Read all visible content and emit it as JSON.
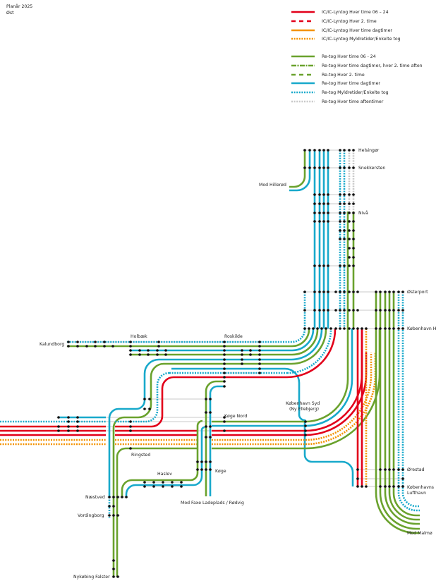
{
  "header": {
    "title": "Planår 2025",
    "subtitle": "Øst"
  },
  "legend": [
    {
      "label": "IC/IC-Lyntog Hver time 06 – 24",
      "color": "#e2001a",
      "style": "solid"
    },
    {
      "label": "IC/IC-Lyntog Hver 2. time",
      "color": "#e2001a",
      "style": "dashed"
    },
    {
      "label": "IC/IC-Lyntog Hver time dagtimer",
      "color": "#f39200",
      "style": "solid"
    },
    {
      "label": "IC/IC-Lyntog Myldretider/Enkelte tog",
      "color": "#f39200",
      "style": "dotted"
    },
    {
      "label": "Re-tog Hver time 06 - 24",
      "color": "#6aa22d",
      "style": "solid"
    },
    {
      "label": "Re-tog Hver time dagtimer, hver 2. time aften",
      "color": "#6aa22d",
      "style": "dash-dot"
    },
    {
      "label": "Re-tog Hver 2. time",
      "color": "#6aa22d",
      "style": "dashed"
    },
    {
      "label": "Re-tog Hver time dagtimer",
      "color": "#18a9cb",
      "style": "solid"
    },
    {
      "label": "Re-tog  Myldretider/Enkelte tog",
      "color": "#18a9cb",
      "style": "dotted"
    },
    {
      "label": "Re-tog Hver time aftentimer",
      "color": "#c8c8c8",
      "style": "dotted"
    }
  ],
  "stations": {
    "helsingor": "Helsingør",
    "snekkersten": "Snekkersten",
    "hillerod": "Mod Hillerød",
    "niva": "Nivå",
    "osterport": "Østerport",
    "kbh_h": "København H",
    "kalundborg": "Kalundborg",
    "holbaek": "Holbæk",
    "roskilde": "Roskilde",
    "koge_nord": "Køge Nord",
    "kbh_syd_1": "København Syd",
    "kbh_syd_2": "(Ny Ellebjerg)",
    "ringsted": "Ringsted",
    "haslev": "Haslev",
    "koge": "Køge",
    "faxe": "Mod Faxe Ladeplads / Rødvig",
    "naestved": "Næstved",
    "vordingborg": "Vordingborg",
    "nykobing": "Nykøbing Falster",
    "orestad": "Ørestad",
    "lufthavn_1": "Københavns",
    "lufthavn_2": "Lufthavn",
    "malmo": "Mod Malmø"
  }
}
